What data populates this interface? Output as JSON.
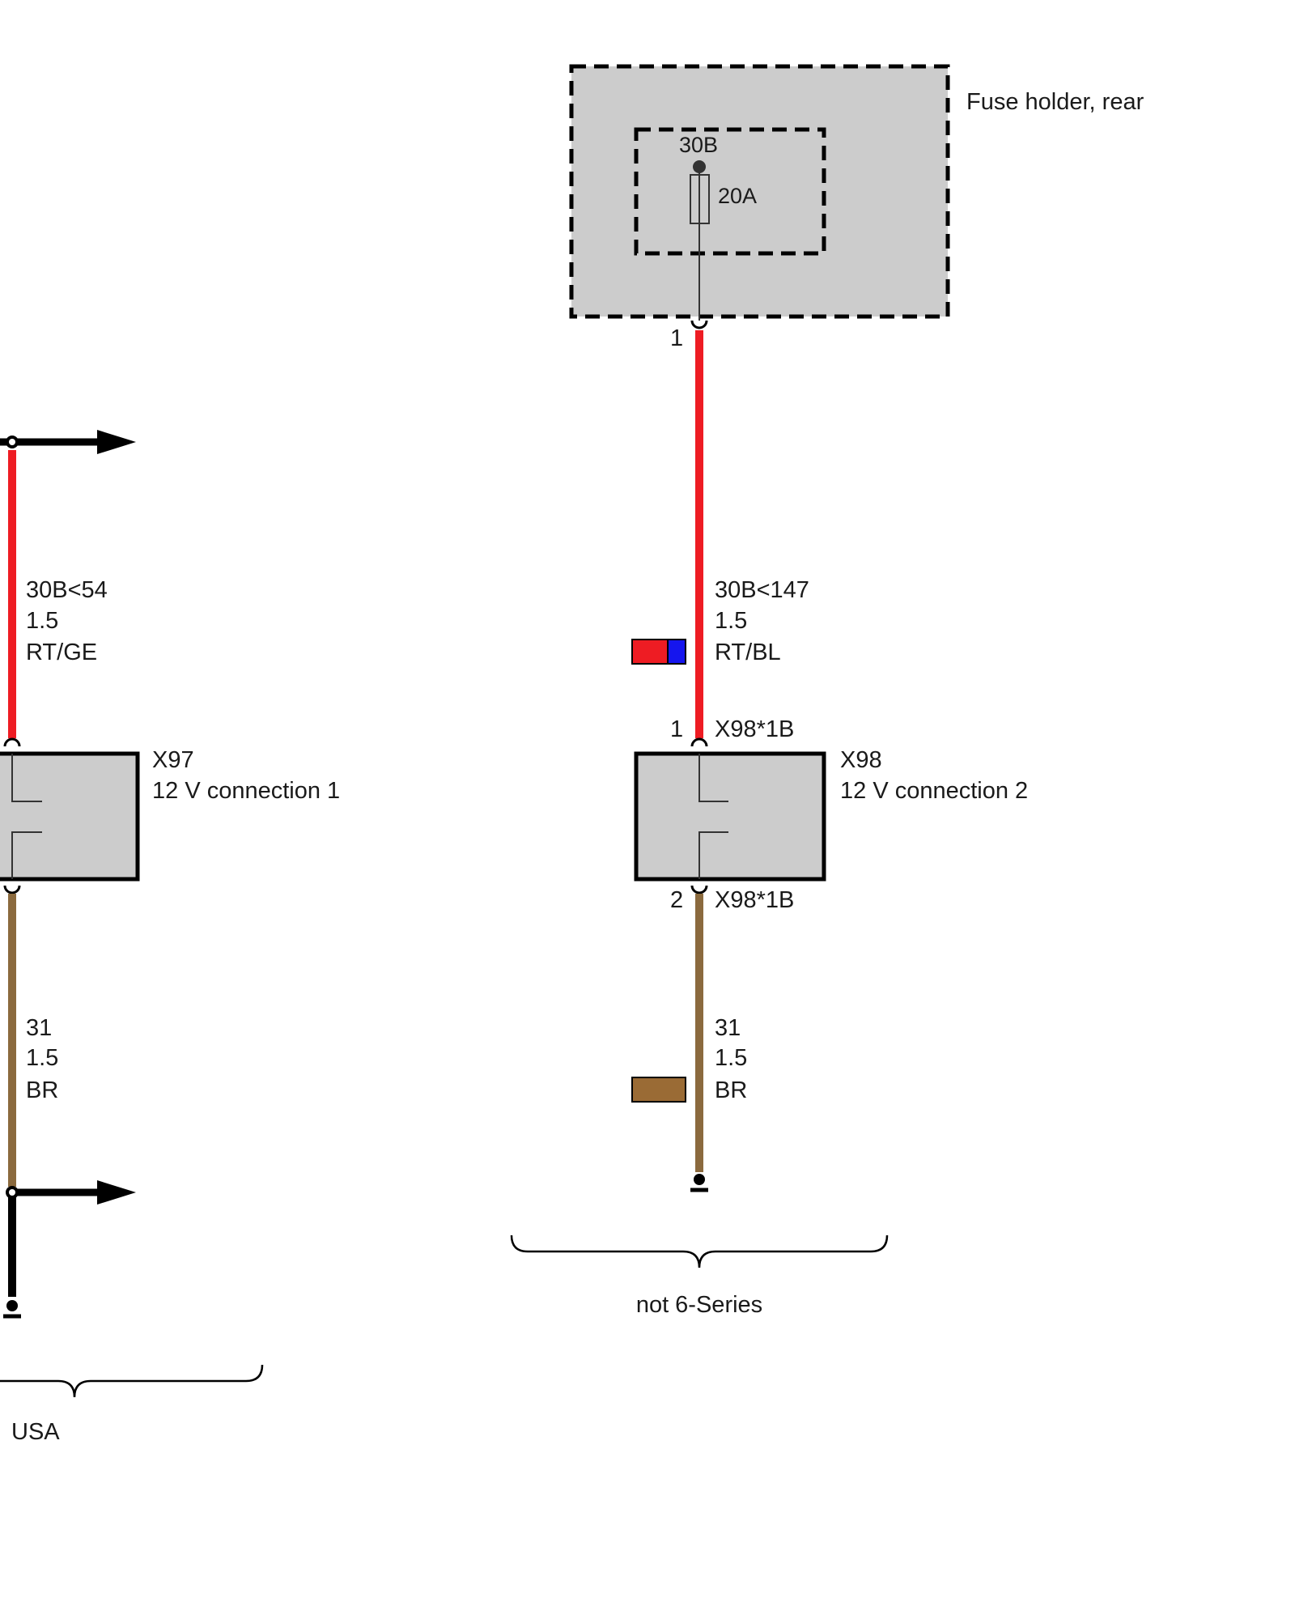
{
  "fuse_holder": {
    "label": "Fuse holder, rear",
    "terminal": "30B",
    "fuse_rating": "20A",
    "pin": "1"
  },
  "left_circuit": {
    "supply_wire": {
      "circuit": "30B<54",
      "size": "1.5",
      "color_code": "RT/GE"
    },
    "connector": {
      "id": "X97",
      "name": "12 V connection 1"
    },
    "ground_wire": {
      "circuit": "31",
      "size": "1.5",
      "color_code": "BR"
    },
    "variant": "USA"
  },
  "right_circuit": {
    "supply_wire": {
      "circuit": "30B<147",
      "size": "1.5",
      "color_code": "RT/BL"
    },
    "connector": {
      "id": "X98",
      "name": "12 V connection 2",
      "pin_top": "1",
      "pin_top_ref": "X98*1B",
      "pin_bottom": "2",
      "pin_bottom_ref": "X98*1B"
    },
    "ground_wire": {
      "circuit": "31",
      "size": "1.5",
      "color_code": "BR"
    },
    "variant": "not 6-Series"
  },
  "colors": {
    "red_wire": "#ee1c23",
    "blue_stripe": "#1515ee",
    "brown_wire": "#8b6a3e",
    "brown_swatch": "#9a6b35",
    "component_fill": "#cccccc",
    "line": "#000000"
  }
}
